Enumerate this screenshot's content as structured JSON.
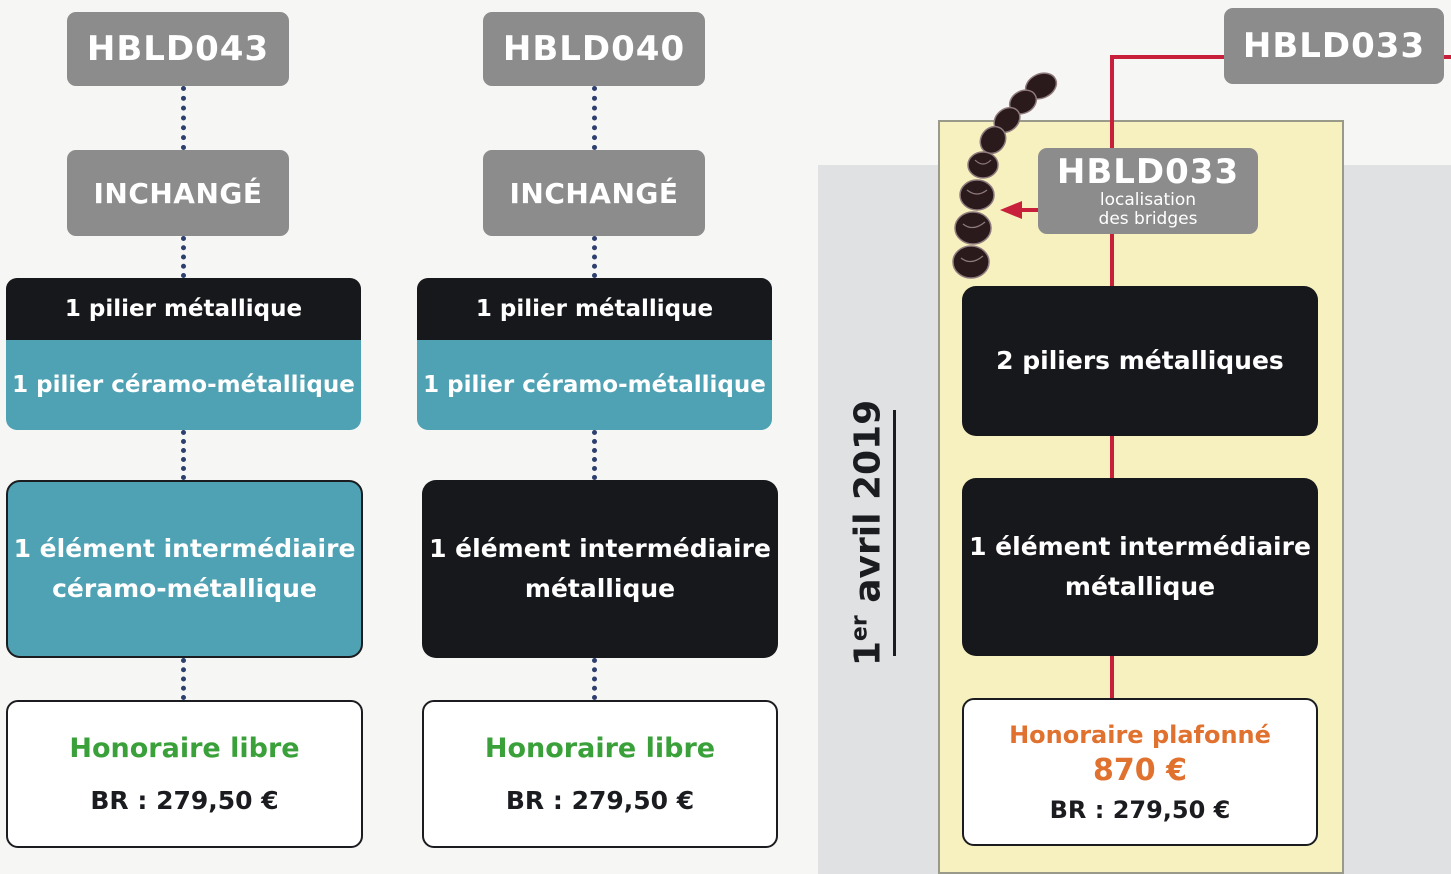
{
  "columns": [
    {
      "code": "HBLD043",
      "status": "INCHANGÉ",
      "pillar_top": "1 pilier métallique",
      "pillar_bottom": "1 pilier céramo-métallique",
      "element_line1": "1 élément intermédiaire",
      "element_line2": "céramo-métallique",
      "fee_label": "Honoraire libre",
      "br": "BR : 279,50 €"
    },
    {
      "code": "HBLD040",
      "status": "INCHANGÉ",
      "pillar_top": "1 pilier métallique",
      "pillar_bottom": "1 pilier céramo-métallique",
      "element_line1": "1 élément intermédiaire",
      "element_line2": "métallique",
      "fee_label": "Honoraire libre",
      "br": "BR : 279,50 €"
    }
  ],
  "right": {
    "code": "HBLD033",
    "inner_code": "HBLD033",
    "inner_sub1": "localisation",
    "inner_sub2": "des bridges",
    "pillars": "2 piliers métalliques",
    "element_line1": "1 élément intermédiaire",
    "element_line2": "métallique",
    "fee_label": "Honoraire plafonné",
    "fee_price": "870 €",
    "br": "BR : 279,50 €"
  },
  "date": {
    "day": "1",
    "sup": "er",
    "rest": " avril 2019"
  },
  "colors": {
    "grey_badge": "#8c8c8c",
    "dark": "#17181c",
    "teal": "#4ea2b3",
    "green": "#3aa13a",
    "orange": "#e0712e",
    "red_line": "#c8203a",
    "yellow_panel": "#f6f1bf",
    "grey_panel": "#dfe1e3",
    "dotted_line": "#2d3f6e"
  },
  "icons": {
    "teeth": "teeth-row-icon",
    "arrow": "arrow-left-icon"
  }
}
